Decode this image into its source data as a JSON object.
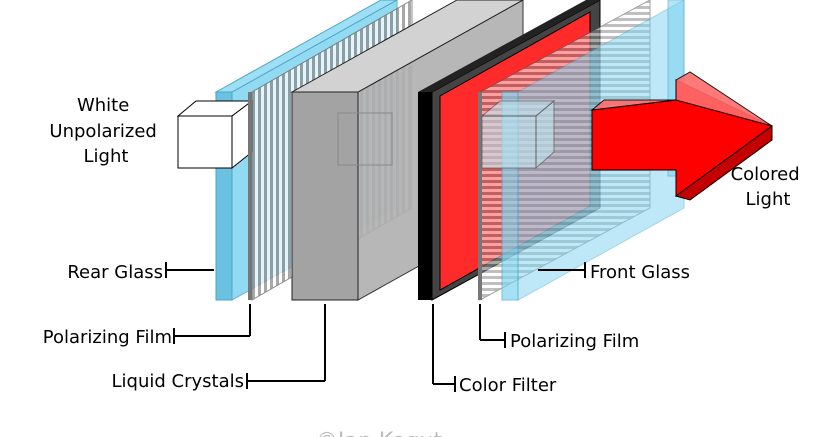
{
  "labels": {
    "white_light": [
      "White",
      "Unpolarized",
      "Light"
    ],
    "colored_light": [
      "Colored",
      "Light"
    ],
    "rear_glass": "Rear Glass",
    "polarizing_film_rear": "Polarizing Film",
    "liquid_crystals": "Liquid Crystals",
    "color_filter": "Color Filter",
    "polarizing_film_front": "Polarizing Film",
    "front_glass": "Front Glass",
    "credit": "©Ian Kogut"
  },
  "colors": {
    "glass": "#7fd3f0",
    "glass_edge": "#6ac2e0",
    "liquid_crystal": "#a3a3a3",
    "color_filter": "#ff2a2a",
    "arrow": "#ff0000",
    "credit": "#bdbdbd"
  }
}
